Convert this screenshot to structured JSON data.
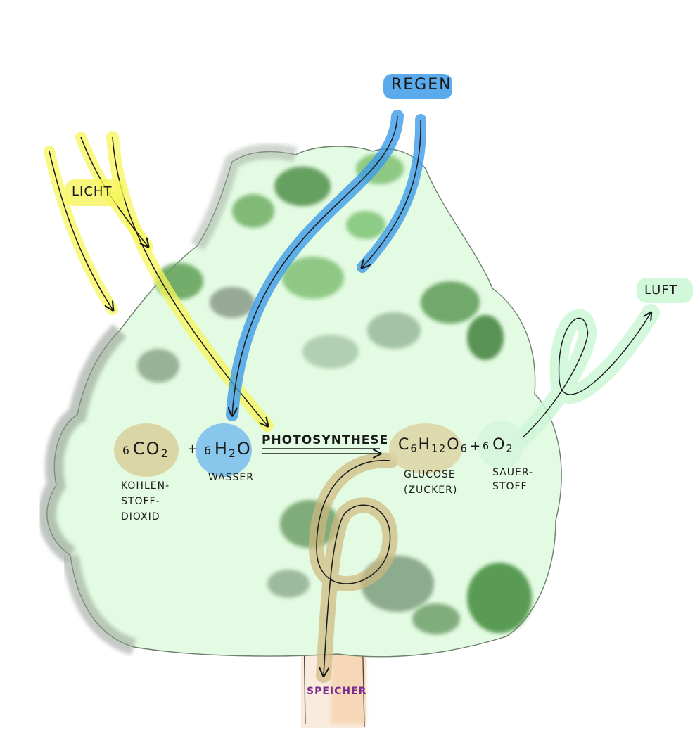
{
  "labels": {
    "light": "LICHT",
    "rain": "REGEN",
    "air": "LUFT",
    "process": "PHOTOSYNTHESE",
    "storage": "SPEICHER"
  },
  "equation": {
    "plus": "+",
    "co2": {
      "coef": "6",
      "base": "CO",
      "sub": "2"
    },
    "h2o": {
      "coef": "6",
      "h": "H",
      "h_sub": "2",
      "o": "O"
    },
    "glucose": {
      "c": "C",
      "c_sub": "6",
      "h": "H",
      "h_sub": "12",
      "o": "O",
      "o_sub": "6"
    },
    "o2": {
      "coef": "6",
      "base": "O",
      "sub": "2"
    }
  },
  "captions": {
    "co2": [
      "KOHLEN-",
      "STOFF-",
      "DIOXID"
    ],
    "h2o": [
      "WASSER"
    ],
    "glucose": [
      "GLUCOSE",
      "(ZUCKER)"
    ],
    "o2": [
      "SAUER-",
      "STOFF"
    ]
  },
  "colors": {
    "light": "#f5f542",
    "rain": "#3d9be9",
    "air": "#cdf7d6",
    "co2_blob": "#d8cf9a",
    "h2o_blob": "#7ec0ec",
    "glucose_blob": "#dcd5a4",
    "o2_blob": "#d6f5dc",
    "storage_text": "#7b2d8e",
    "storage_trunk": "#e9b98a",
    "crown_fill": "#e3fbe2",
    "crown_edge": "#7a8a7a",
    "leaf_dark": "#3f8a3a",
    "leaf_mid": "#6dbf5f"
  }
}
